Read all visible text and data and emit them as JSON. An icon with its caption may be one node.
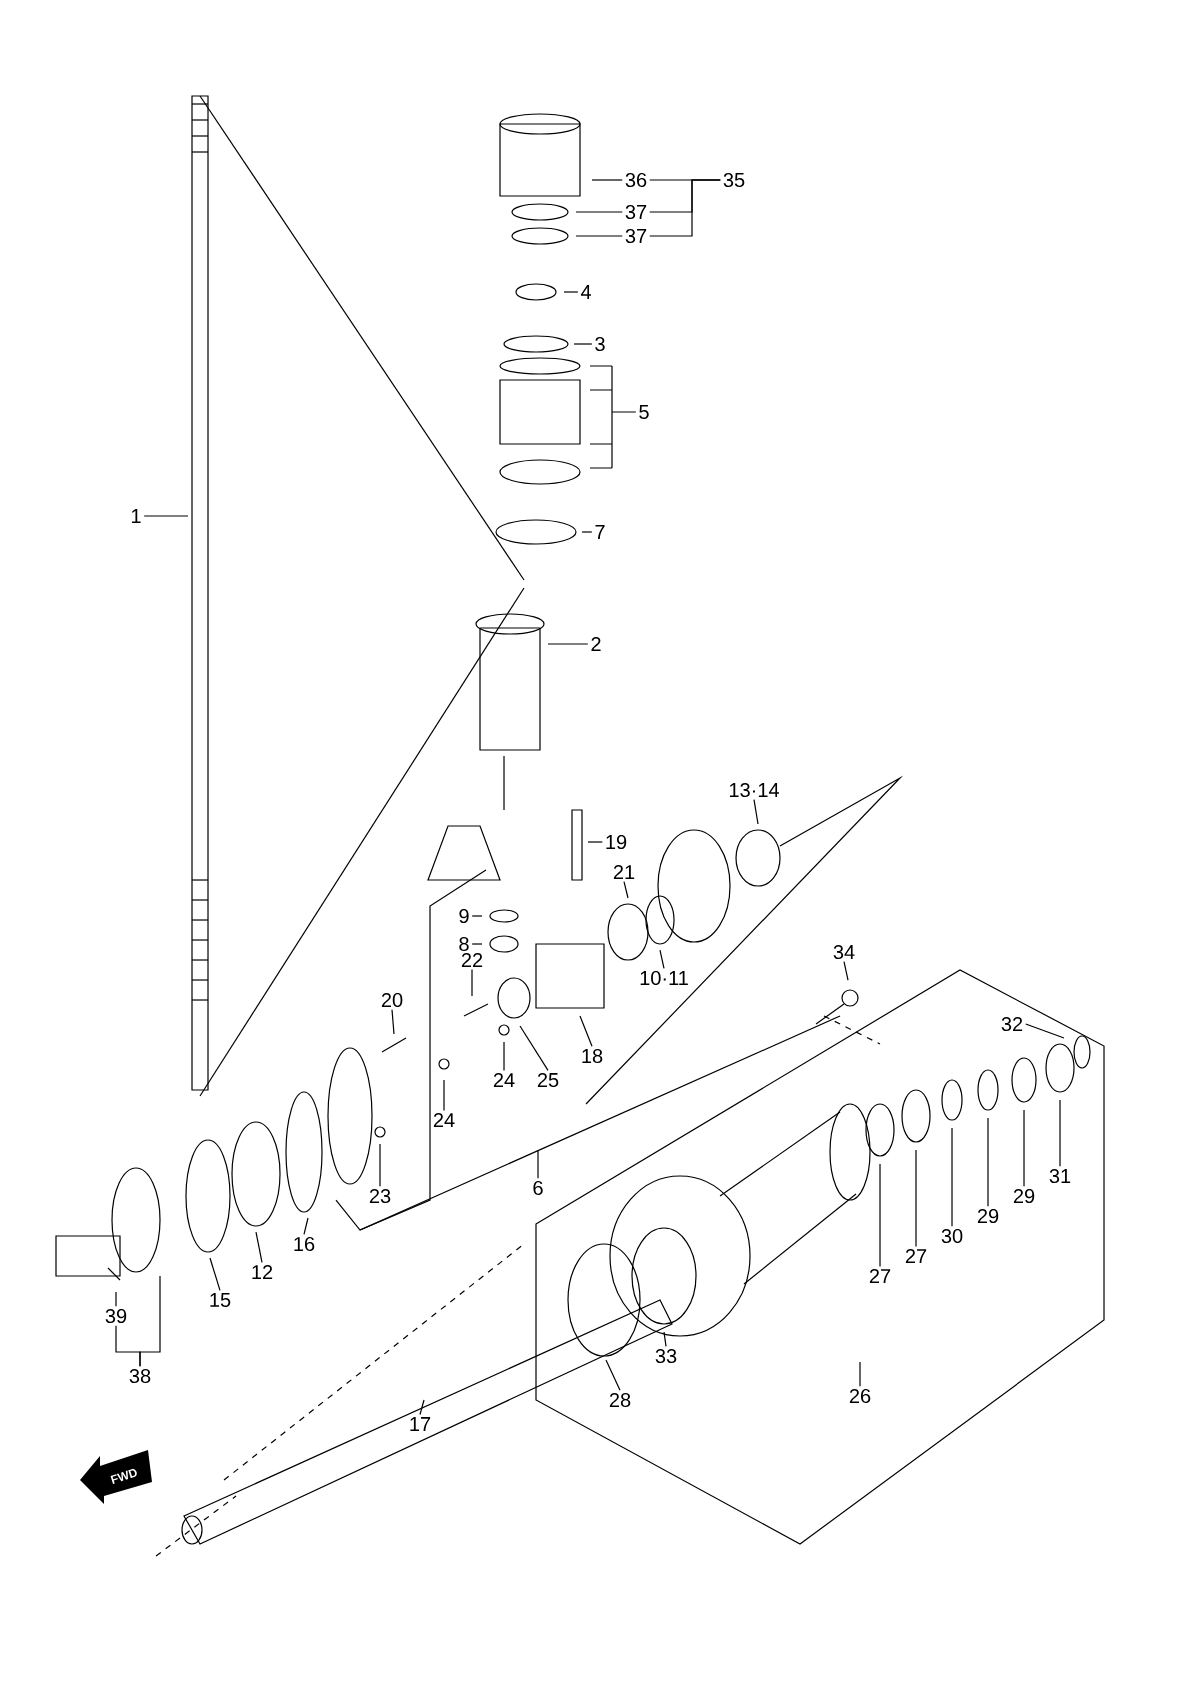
{
  "diagram": {
    "nodes": [
      {
        "text": [
          "1"
        ]
      },
      {
        "text": [
          "36"
        ]
      },
      {
        "text": [
          "35"
        ]
      },
      {
        "text": [
          "37"
        ]
      },
      {
        "text": [
          "37"
        ]
      },
      {
        "text": [
          "4"
        ]
      },
      {
        "text": [
          "3"
        ]
      },
      {
        "text": [
          "5"
        ]
      },
      {
        "text": [
          "7"
        ]
      },
      {
        "text": [
          "2"
        ]
      },
      {
        "text": [
          "13·14"
        ]
      },
      {
        "text": [
          "19"
        ]
      },
      {
        "text": [
          "21"
        ]
      },
      {
        "text": [
          "9"
        ]
      },
      {
        "text": [
          "8"
        ]
      },
      {
        "text": [
          "10·11"
        ]
      },
      {
        "text": [
          "22"
        ]
      },
      {
        "text": [
          "18"
        ]
      },
      {
        "text": [
          "34"
        ]
      },
      {
        "text": [
          "20"
        ]
      },
      {
        "text": [
          "24"
        ]
      },
      {
        "text": [
          "25"
        ]
      },
      {
        "text": [
          "24"
        ]
      },
      {
        "text": [
          "32"
        ]
      },
      {
        "text": [
          "31"
        ]
      },
      {
        "text": [
          "23"
        ]
      },
      {
        "text": [
          "29"
        ]
      },
      {
        "text": [
          "29"
        ]
      },
      {
        "text": [
          "30"
        ]
      },
      {
        "text": [
          "27"
        ]
      },
      {
        "text": [
          "27"
        ]
      },
      {
        "text": [
          "6"
        ]
      },
      {
        "text": [
          "16"
        ]
      },
      {
        "text": [
          "12"
        ]
      },
      {
        "text": [
          "15"
        ]
      },
      {
        "text": [
          "39"
        ]
      },
      {
        "text": [
          "38"
        ]
      },
      {
        "text": [
          "26"
        ]
      },
      {
        "text": [
          "28"
        ]
      },
      {
        "text": [
          "33"
        ]
      },
      {
        "text": [
          "17"
        ]
      }
    ],
    "edges": [
      {
        "from": 0,
        "to": null,
        "arrow": "none"
      },
      {
        "from": 1,
        "to": null,
        "arrow": "none"
      },
      {
        "from": 2,
        "to": 1,
        "arrow": "none"
      },
      {
        "from": 2,
        "to": 3,
        "arrow": "none"
      },
      {
        "from": 2,
        "to": 4,
        "arrow": "none"
      },
      {
        "from": 3,
        "to": null,
        "arrow": "none"
      },
      {
        "from": 4,
        "to": null,
        "arrow": "none"
      },
      {
        "from": 5,
        "to": null,
        "arrow": "none"
      },
      {
        "from": 6,
        "to": null,
        "arrow": "none"
      },
      {
        "from": 7,
        "to": null,
        "arrow": "none"
      },
      {
        "from": 8,
        "to": null,
        "arrow": "none"
      },
      {
        "from": 9,
        "to": null,
        "arrow": "none"
      },
      {
        "from": 10,
        "to": null,
        "arrow": "none"
      },
      {
        "from": 11,
        "to": null,
        "arrow": "none"
      },
      {
        "from": 12,
        "to": null,
        "arrow": "none"
      },
      {
        "from": 13,
        "to": null,
        "arrow": "none"
      },
      {
        "from": 14,
        "to": null,
        "arrow": "none"
      },
      {
        "from": 15,
        "to": null,
        "arrow": "none"
      },
      {
        "from": 16,
        "to": null,
        "arrow": "none"
      },
      {
        "from": 17,
        "to": null,
        "arrow": "none"
      },
      {
        "from": 18,
        "to": null,
        "arrow": "none"
      },
      {
        "from": 19,
        "to": null,
        "arrow": "none"
      },
      {
        "from": 20,
        "to": null,
        "arrow": "none"
      },
      {
        "from": 21,
        "to": null,
        "arrow": "none"
      },
      {
        "from": 22,
        "to": null,
        "arrow": "none"
      },
      {
        "from": 23,
        "to": null,
        "arrow": "none"
      },
      {
        "from": 24,
        "to": null,
        "arrow": "none"
      },
      {
        "from": 25,
        "to": null,
        "arrow": "none"
      },
      {
        "from": 26,
        "to": null,
        "arrow": "none"
      },
      {
        "from": 27,
        "to": null,
        "arrow": "none"
      },
      {
        "from": 28,
        "to": null,
        "arrow": "none"
      },
      {
        "from": 29,
        "to": null,
        "arrow": "none"
      },
      {
        "from": 30,
        "to": null,
        "arrow": "none"
      },
      {
        "from": 31,
        "to": null,
        "arrow": "none"
      },
      {
        "from": 32,
        "to": null,
        "arrow": "none"
      },
      {
        "from": 33,
        "to": null,
        "arrow": "none"
      },
      {
        "from": 34,
        "to": null,
        "arrow": "none"
      },
      {
        "from": 35,
        "to": null,
        "arrow": "none"
      },
      {
        "from": 36,
        "to": 35,
        "arrow": "none"
      },
      {
        "from": 36,
        "to": null,
        "arrow": "none"
      },
      {
        "from": 37,
        "to": null,
        "arrow": "none"
      },
      {
        "from": 38,
        "to": null,
        "arrow": "none"
      },
      {
        "from": 39,
        "to": null,
        "arrow": "none"
      },
      {
        "from": 40,
        "to": null,
        "arrow": "none"
      }
    ],
    "labels": [
      "FWD"
    ]
  }
}
